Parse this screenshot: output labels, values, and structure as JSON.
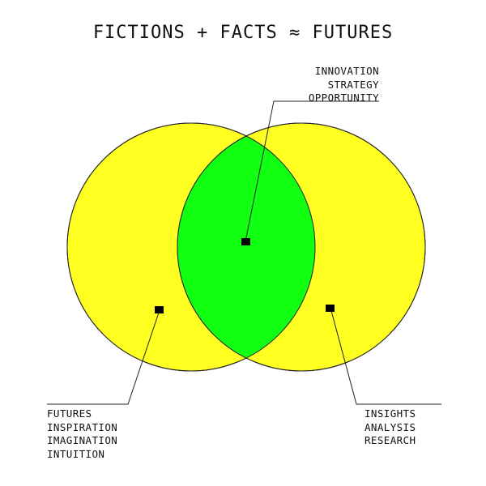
{
  "title": "FICTIONS + FACTS ≈ FUTURES",
  "colors": {
    "circle_fill": "#ffff22",
    "overlap_fill": "#11ff11",
    "outline": "#222222",
    "marker": "#000000"
  },
  "labels": {
    "overlap": [
      "INNOVATION",
      "STRATEGY",
      "OPPORTUNITY"
    ],
    "left": [
      "FUTURES",
      "INSPIRATION",
      "IMAGINATION",
      "INTUITION"
    ],
    "right": [
      "INSIGHTS",
      "ANALYSIS",
      "RESEARCH"
    ]
  }
}
